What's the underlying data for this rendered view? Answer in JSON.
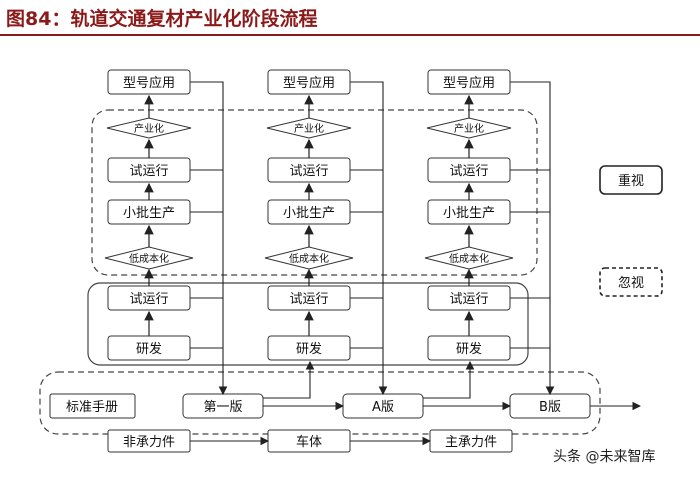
{
  "title": "图84：轨道交通复材产业化阶段流程",
  "columns": [
    {
      "model_app": "型号应用",
      "industrialize": "产业化",
      "trial_top": "试运行",
      "small_batch": "小批生产",
      "low_cost": "低成本化",
      "trial_bottom": "试运行",
      "rnd": "研发"
    },
    {
      "model_app": "型号应用",
      "industrialize": "产业化",
      "trial_top": "试运行",
      "small_batch": "小批生产",
      "low_cost": "低成本化",
      "trial_bottom": "试运行",
      "rnd": "研发"
    },
    {
      "model_app": "型号应用",
      "industrialize": "产业化",
      "trial_top": "试运行",
      "small_batch": "小批生产",
      "low_cost": "低成本化",
      "trial_bottom": "试运行",
      "rnd": "研发"
    }
  ],
  "standards": {
    "manual": "标准手册",
    "v1": "第一版",
    "va": "A版",
    "vb": "B版"
  },
  "components": [
    "非承力件",
    "车体",
    "主承力件"
  ],
  "legend": {
    "emphasis": "重视",
    "ignore": "忽视"
  },
  "watermark": "头条 @未来智库",
  "colors": {
    "title": "#8b1a1a",
    "line": "#222222"
  }
}
